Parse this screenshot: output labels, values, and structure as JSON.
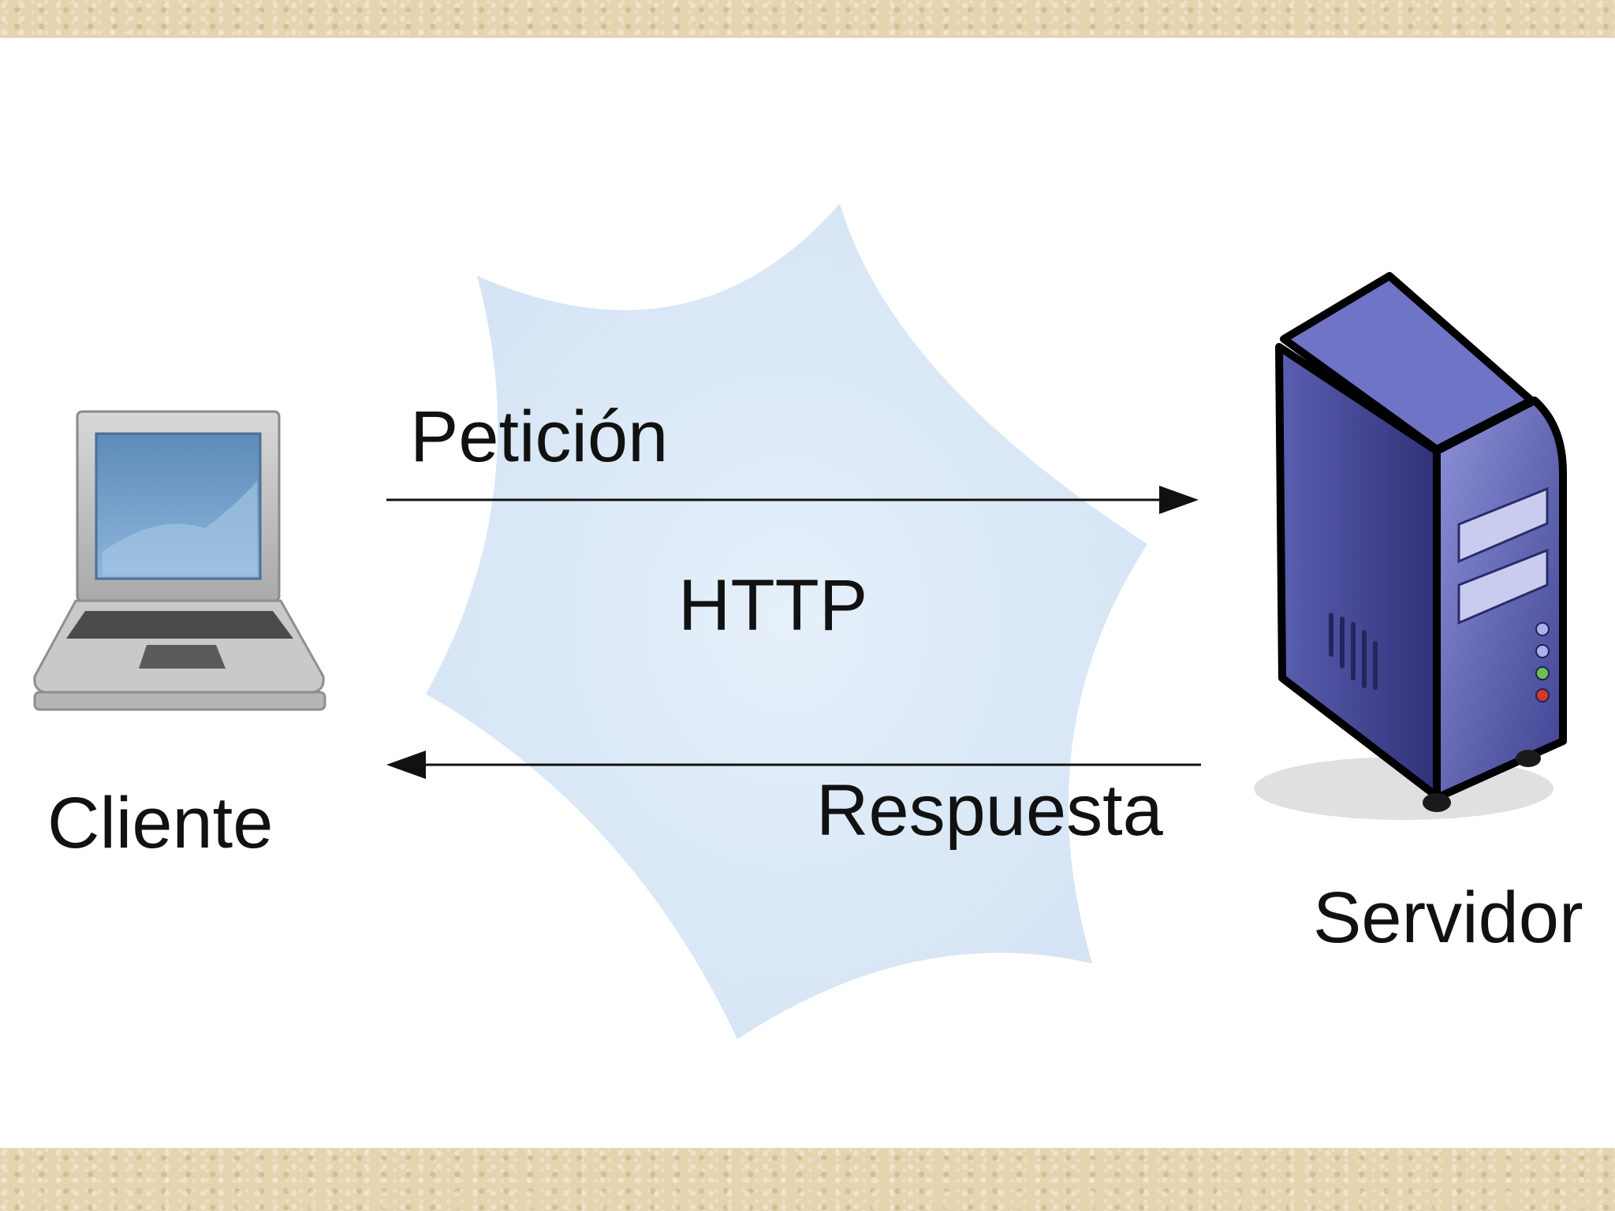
{
  "diagram": {
    "center_label": "HTTP",
    "request_label": "Petición",
    "response_label": "Respuesta",
    "client_label": "Cliente",
    "server_label": "Servidor"
  },
  "icons": {
    "client": "laptop-icon",
    "server": "server-tower-icon",
    "network": "cloud-burst-shape"
  },
  "colors": {
    "background_band": "#e5d4b0",
    "canvas": "#ffffff",
    "cloud": "#d7e6f6",
    "server_body": "#5a5ea8",
    "laptop_screen": "#7ea8cf",
    "arrow": "#111111"
  }
}
